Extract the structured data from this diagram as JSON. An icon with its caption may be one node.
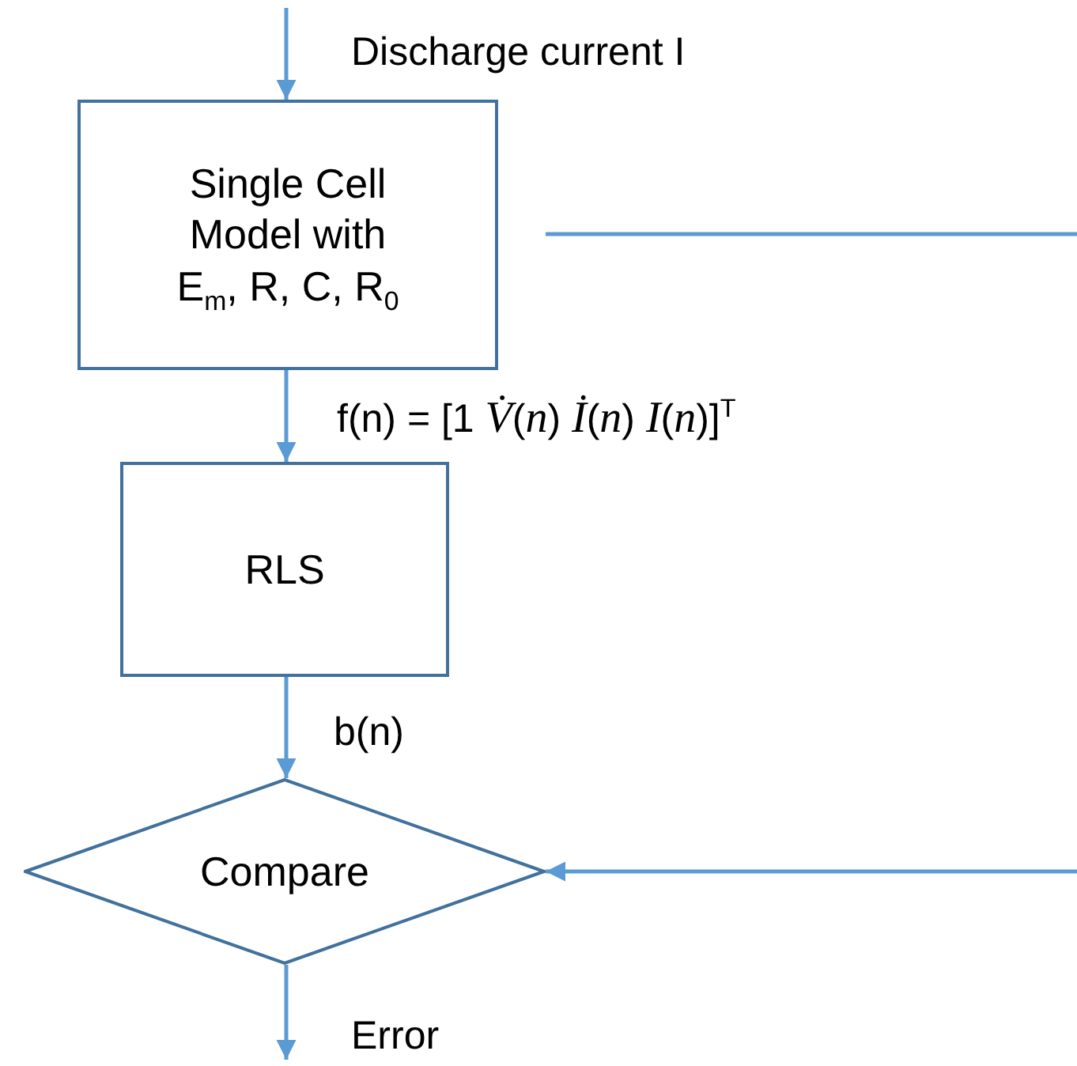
{
  "diagram": {
    "nodes": [
      {
        "text": [
          "Single Cell Model with E$_{m}$, R, C, R$_{0}$"
        ]
      },
      {
        "text": [
          "RLS"
        ]
      },
      {
        "text": [
          "Compare"
        ]
      }
    ],
    "edges": [
      {
        "from": null,
        "to": 0,
        "arrow": "to",
        "label": "Discharge current I"
      },
      {
        "from": 0,
        "to": 1,
        "arrow": "to",
        "label": "f(n) = [1  *V̇*(*n*)  *İ*(*n*)  *I*(*n*)]$^{T}$"
      },
      {
        "from": 1,
        "to": 2,
        "arrow": "to",
        "label": "b(n)"
      },
      {
        "from": 2,
        "to": null,
        "arrow": "to",
        "label": "Error"
      },
      {
        "from": null,
        "to": 2,
        "arrow": "to"
      }
    ]
  }
}
